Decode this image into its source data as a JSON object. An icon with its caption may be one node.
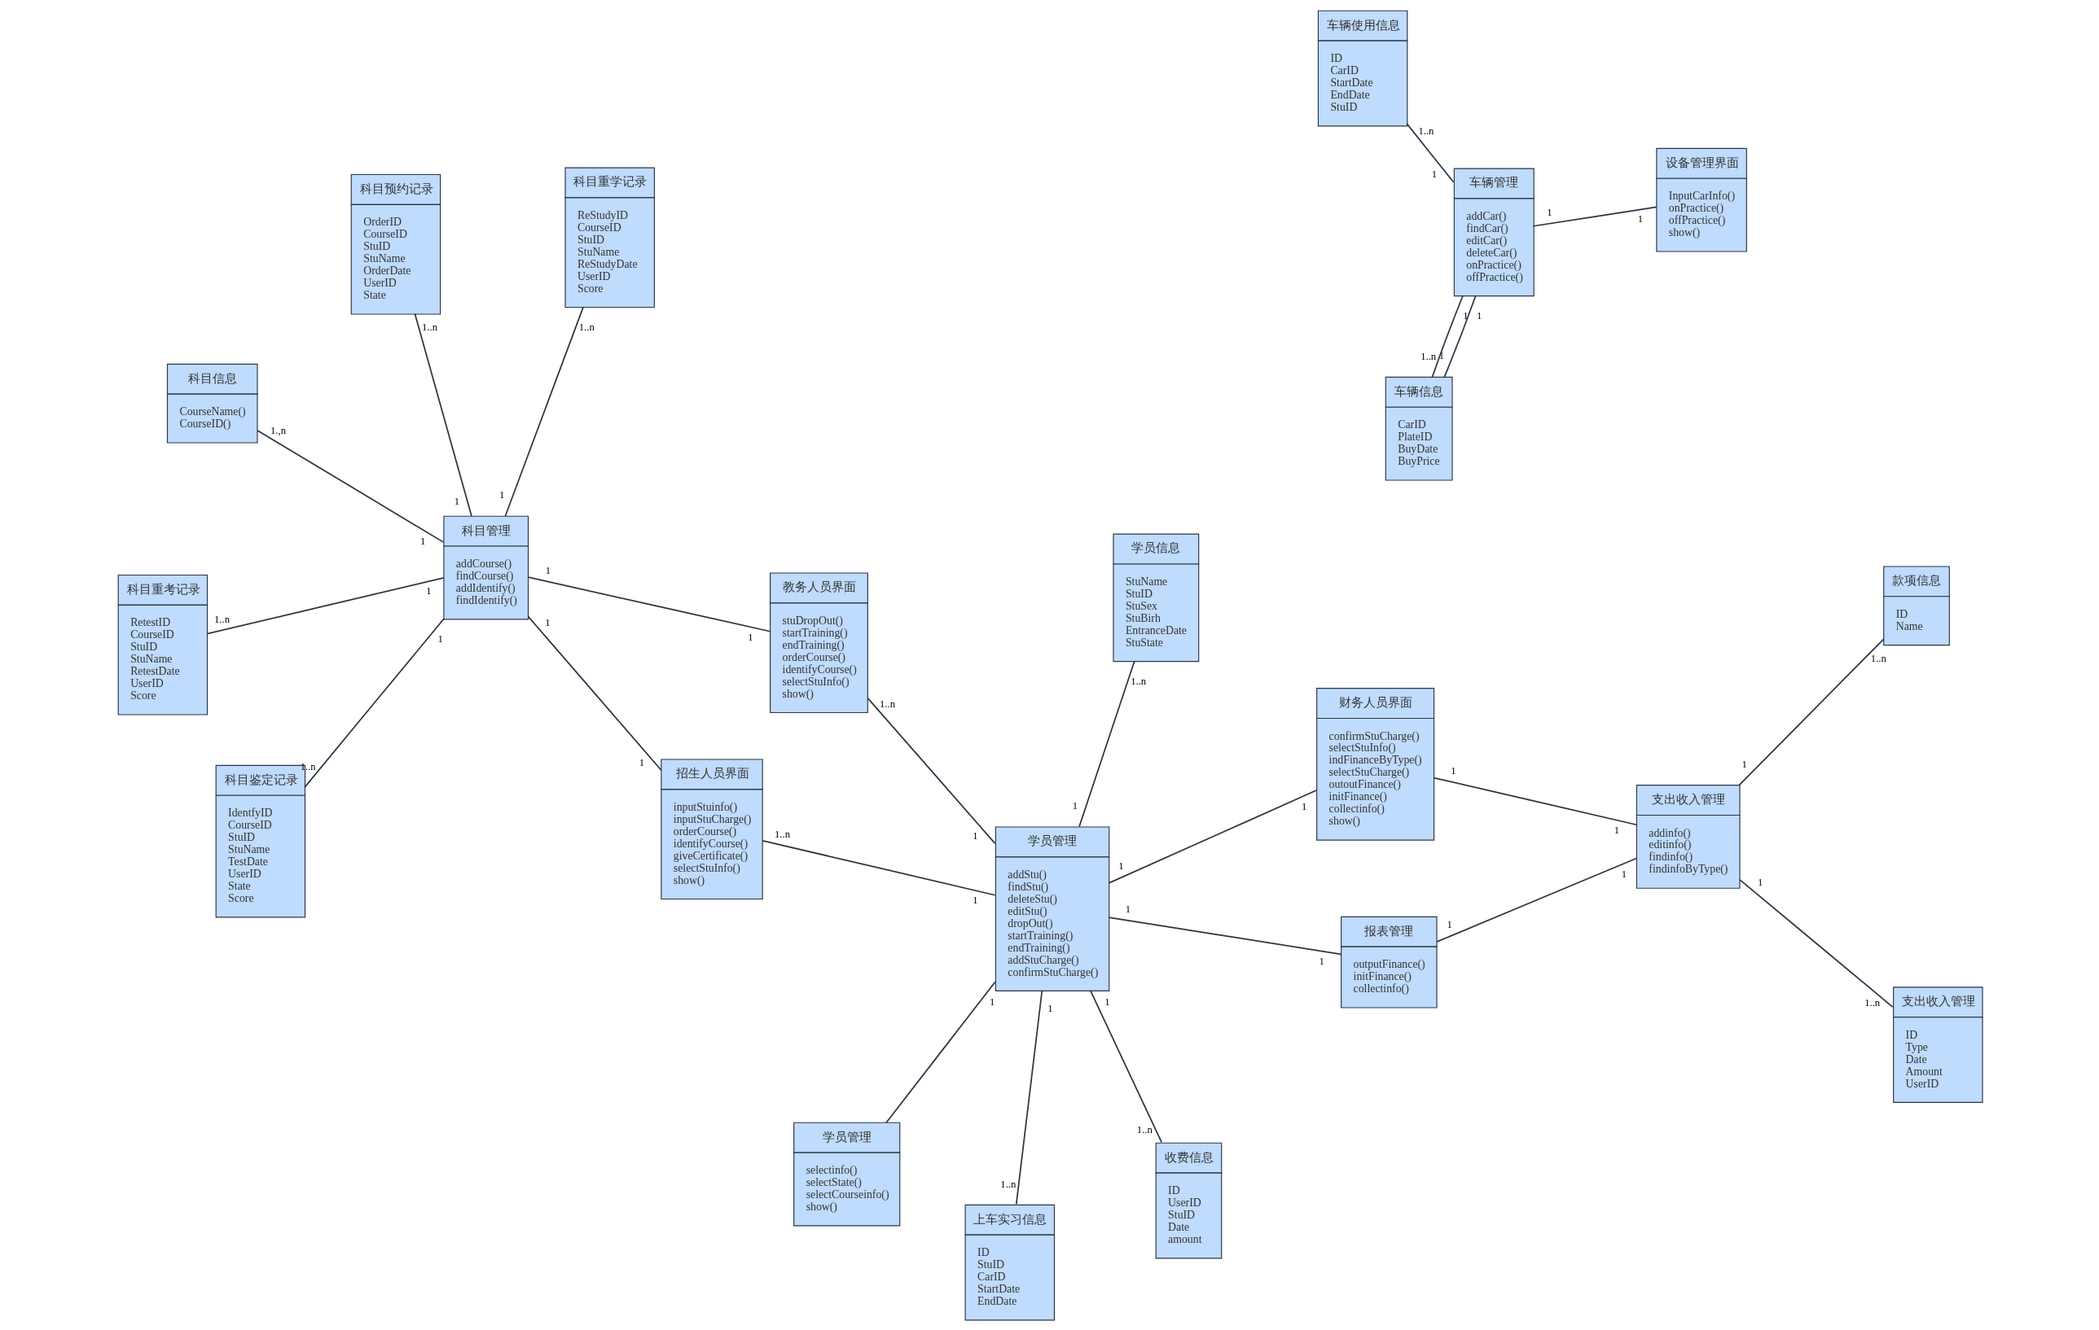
{
  "diagram": {
    "nodes": [
      {
        "text": [
          "学员管理",
          "selectinfo()",
          "selectState()",
          "selectCourseinfo()",
          "show()"
        ]
      },
      {
        "text": [
          "收费信息",
          "ID",
          "UserID",
          "StuID",
          "Date",
          "amount"
        ]
      },
      {
        "text": [
          "招生人员界面",
          "inputStuinfo()",
          "inputStuCharge()",
          "orderCourse()",
          "identifyCourse()",
          "giveCertificate()",
          "selectStuInfo()",
          "show()"
        ]
      },
      {
        "text": [
          "科目信息",
          "CourseName()",
          "CourseID()"
        ]
      },
      {
        "text": [
          "科目重学记录",
          "ReStudyID",
          "CourseID",
          "StuID",
          "StuName",
          "ReStudyDate",
          "UserID",
          "Score"
        ]
      },
      {
        "text": [
          "学员信息",
          "StuName",
          "StuID",
          "StuSex",
          "StuBirh",
          "EntranceDate",
          "StuState"
        ]
      },
      {
        "text": [
          "学员管理",
          "addStu()",
          "findStu()",
          "deleteStu()",
          "editStu()",
          "dropOut()",
          "startTraining()",
          "endTraining()",
          "addStuCharge()",
          "confirmStuCharge()"
        ]
      },
      {
        "text": [
          "教务人员界面",
          "stuDropOut()",
          "startTraining()",
          "endTraining()",
          "orderCourse()",
          "identifyCourse()",
          "selectStuInfo()",
          "show()"
        ]
      },
      {
        "text": [
          "科目管理",
          "addCourse()",
          "findCourse()",
          "addIdentify()",
          "findIdentify()"
        ]
      },
      {
        "text": [
          "上车实习信息",
          "ID",
          "StuID",
          "CarID",
          "StartDate",
          "EndDate"
        ]
      },
      {
        "text": [
          "科目鉴定记录",
          "IdentfyID",
          "CourseID",
          "StuID",
          "StuName",
          "TestDate",
          "UserID",
          "State",
          "Score"
        ]
      },
      {
        "text": [
          "科目重考记录",
          "RetestID",
          "CourseID",
          "StuID",
          "StuName",
          "RetestDate",
          "UserID",
          "Score"
        ]
      },
      {
        "text": [
          "报表管理",
          "outputFinance()",
          "initFinance()",
          "collectinfo()"
        ]
      },
      {
        "text": [
          "财务人员界面",
          "confirmStuCharge()",
          "selectStuInfo()",
          "indFinanceByType()",
          "selectStuCharge()",
          "outoutFinance()",
          "initFinance()",
          "collectinfo()",
          "show()"
        ]
      },
      {
        "text": [
          "车辆管理",
          "addCar()",
          "findCar()",
          "editCar()",
          "deleteCar()",
          "onPractice()",
          "offPractice()"
        ]
      },
      {
        "text": [
          "科目预约记录",
          "OrderID",
          "CourseID",
          "StuID",
          "StuName",
          "OrderDate",
          "UserID",
          "State"
        ]
      },
      {
        "text": [
          "支出收入管理",
          "addinfo()",
          "editinfo()",
          "findinfo()",
          "findinfoByType()"
        ]
      },
      {
        "text": [
          "设备管理界面",
          "InputCarInfo()",
          "onPractice()",
          "offPractice()",
          "show()"
        ]
      },
      {
        "text": [
          "车辆信息",
          "CarID",
          "PlateID",
          "BuyDate",
          "BuyPrice"
        ]
      },
      {
        "text": [
          "支出收入管理",
          "ID",
          "Type",
          "Date",
          "Amount",
          "UserID"
        ]
      },
      {
        "text": [
          "车辆使用信息",
          "ID",
          "CarID",
          "StartDate",
          "EndDate",
          "StuID"
        ]
      },
      {
        "text": [
          "款项信息",
          "ID",
          "Name"
        ]
      }
    ],
    "edges": [
      {
        "from": 0,
        "to": 6,
        "arrow": "none"
      },
      {
        "from": 6,
        "to": 1,
        "arrow": "none"
      },
      {
        "from": 6,
        "to": 2,
        "arrow": "none"
      },
      {
        "from": 6,
        "to": 5,
        "arrow": "none"
      },
      {
        "from": 6,
        "to": 9,
        "arrow": "none"
      },
      {
        "from": 6,
        "to": 7,
        "arrow": "none"
      },
      {
        "from": 6,
        "to": 13,
        "arrow": "none"
      },
      {
        "from": 6,
        "to": 12,
        "arrow": "none"
      },
      {
        "from": 2,
        "to": 8,
        "arrow": "none"
      },
      {
        "from": 7,
        "to": 8,
        "arrow": "none"
      },
      {
        "from": 3,
        "to": 8,
        "arrow": "none"
      },
      {
        "from": 4,
        "to": 8,
        "arrow": "none"
      },
      {
        "from": 8,
        "to": 10,
        "arrow": "none"
      },
      {
        "from": 8,
        "to": 15,
        "arrow": "none"
      },
      {
        "from": 8,
        "to": 11,
        "arrow": "none"
      },
      {
        "from": 12,
        "to": 16,
        "arrow": "none"
      },
      {
        "from": 16,
        "to": 13,
        "arrow": "none"
      },
      {
        "from": 16,
        "to": 19,
        "arrow": "none"
      },
      {
        "from": 16,
        "to": 21,
        "arrow": "none"
      },
      {
        "from": 14,
        "to": 17,
        "arrow": "none"
      },
      {
        "from": 14,
        "to": 20,
        "arrow": "none"
      },
      {
        "from": 14,
        "to": 18,
        "arrow": "none"
      },
      {
        "from": 14,
        "to": 18,
        "arrow": "none"
      }
    ],
    "labels": [
      "1",
      "1",
      "1..n",
      "1",
      "1..n",
      "1",
      "1..n",
      "1",
      "1..n",
      "1",
      "1..n",
      "1",
      "1",
      "1",
      "1",
      "1",
      "1",
      "1",
      "1",
      "1.,n",
      "1",
      "1..n",
      "1",
      "1",
      "1..n",
      "1",
      "1..n",
      "1",
      "1..n",
      "1",
      "1",
      "1",
      "1",
      "1",
      "1..n",
      "1",
      "1..n",
      "1",
      "1",
      "1",
      "1..n",
      "1",
      "1",
      "1",
      "1..n"
    ]
  }
}
